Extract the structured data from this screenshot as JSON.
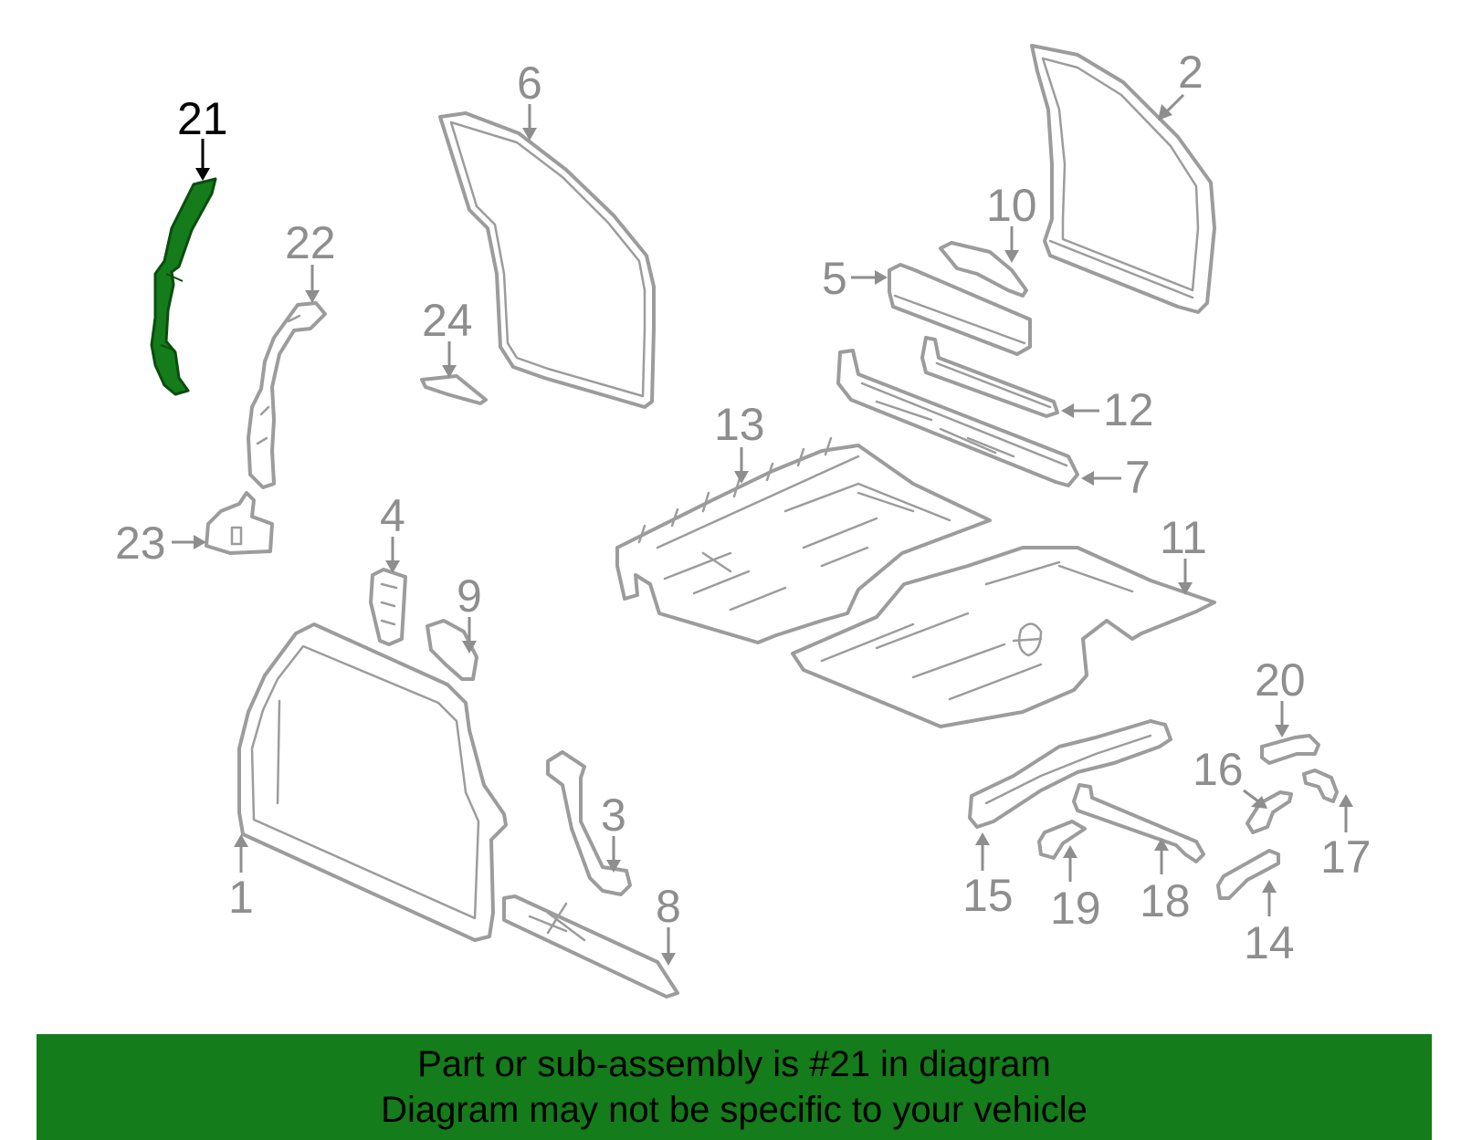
{
  "highlighted_part": "21",
  "colors": {
    "highlight": "#147c1a",
    "part_outline": "#9c9c9c",
    "callout": "#8e8e8e",
    "banner": "#147c1a"
  },
  "callouts": [
    "1",
    "2",
    "3",
    "4",
    "5",
    "6",
    "7",
    "8",
    "9",
    "10",
    "11",
    "12",
    "13",
    "14",
    "15",
    "16",
    "17",
    "18",
    "19",
    "20",
    "21",
    "22",
    "23",
    "24"
  ],
  "banner": {
    "line1": "Part or sub-assembly is #21 in diagram",
    "line2": "Diagram may not be specific to your vehicle"
  }
}
